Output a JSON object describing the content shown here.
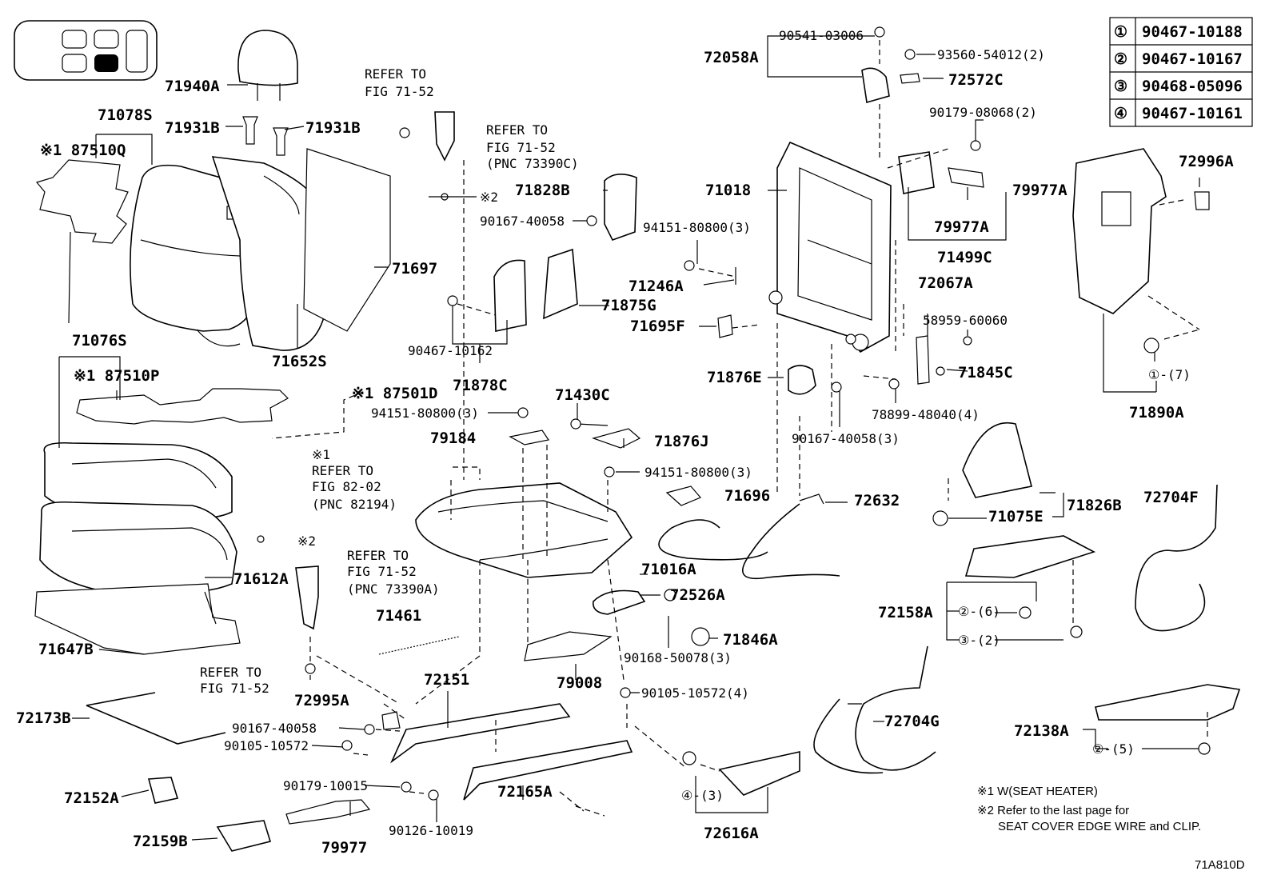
{
  "legend_table": [
    {
      "num": "①",
      "part": "90467-10188"
    },
    {
      "num": "②",
      "part": "90467-10167"
    },
    {
      "num": "③",
      "part": "90468-05096"
    },
    {
      "num": "④",
      "part": "90467-10161"
    }
  ],
  "labels": {
    "p71940A": "71940A",
    "p71078S": "71078S",
    "p71931B_l": "71931B",
    "p71931B_r": "71931B",
    "p87510Q": "※1 87510Q",
    "refer_71_52_a1": "REFER TO",
    "refer_71_52_a2": "FIG 71-52",
    "refer_b1": "REFER TO",
    "refer_b2": "FIG 71-52",
    "refer_b3": "(PNC 73390C)",
    "note2_a": "※2",
    "p71828B": "71828B",
    "p90167_40058_a": "90167-40058",
    "p71697": "71697",
    "p71652S": "71652S",
    "p71076S": "71076S",
    "p87510P": "※1 87510P",
    "p90467_10162": "90467-10162",
    "p71875G": "71875G",
    "p71878C": "71878C",
    "p87501D": "※1  87501D",
    "p71430C": "71430C",
    "p94151_a": "94151-80800(3)",
    "p79184": "79184",
    "p71876J": "71876J",
    "refer_c0": "※1",
    "refer_c1": "REFER TO",
    "refer_c2": "FIG 82-02",
    "refer_c3": "(PNC 82194)",
    "p94151_b": "94151-80800(3)",
    "p71696": "71696",
    "p72632": "72632",
    "note2_b": "※2",
    "refer_d1": "REFER TO",
    "refer_d2": "FIG 71-52",
    "refer_d3": "(PNC 73390A)",
    "p71612A": "71612A",
    "p71016A": "71016A",
    "p72526A": "72526A",
    "p71461": "71461",
    "p71846A": "71846A",
    "p90168_50078": "90168-50078(3)",
    "p71647B": "71647B",
    "refer_e1": "REFER TO",
    "refer_e2": "FIG 71-52",
    "p72995A": "72995A",
    "p72151": "72151",
    "p79008": "79008",
    "p90105_10572_4": "90105-10572(4)",
    "p72173B": "72173B",
    "p90167_40058_b": "90167-40058",
    "p90105_10572": "90105-10572",
    "p72152A": "72152A",
    "p90179_10015": "90179-10015",
    "p72165A": "72165A",
    "p90126_10019": "90126-10019",
    "p72159B": "72159B",
    "p79977": "79977",
    "p72616A": "72616A",
    "p72616A_note": "④-(3)",
    "p72058A": "72058A",
    "p90541_03006": "90541-03006",
    "p93560_54012": "93560-54012(2)",
    "p72572C": "72572C",
    "p90179_08068": "90179-08068(2)",
    "p71018": "71018",
    "p94151_c": "94151-80800(3)",
    "p79977A_a": "79977A",
    "p79977A_b": "79977A",
    "p71499C": "71499C",
    "p71246A": "71246A",
    "p72067A": "72067A",
    "p58959_60060": "58959-60060",
    "p71695F": "71695F",
    "p71876E": "71876E",
    "p71845C": "71845C",
    "p90167_40058_3": "90167-40058(3)",
    "p78899_48040": "78899-48040(4)",
    "p72996A": "72996A",
    "p71890A": "71890A",
    "p71890A_note": "①-(7)",
    "p71075E": "71075E",
    "p71826B": "71826B",
    "p72704F": "72704F",
    "p72158A": "72158A",
    "p72158A_n1": "②-(6)",
    "p72158A_n2": "③-(2)",
    "p72704G": "72704G",
    "p72138A": "72138A",
    "p72138A_n1": "②-(5)"
  },
  "footnotes": {
    "n1": "※1  W(SEAT  HEATER)",
    "n2a": "※2  Refer to the last page for",
    "n2b": "SEAT COVER EDGE WIRE and CLIP."
  },
  "diagram_id": "71A810D"
}
